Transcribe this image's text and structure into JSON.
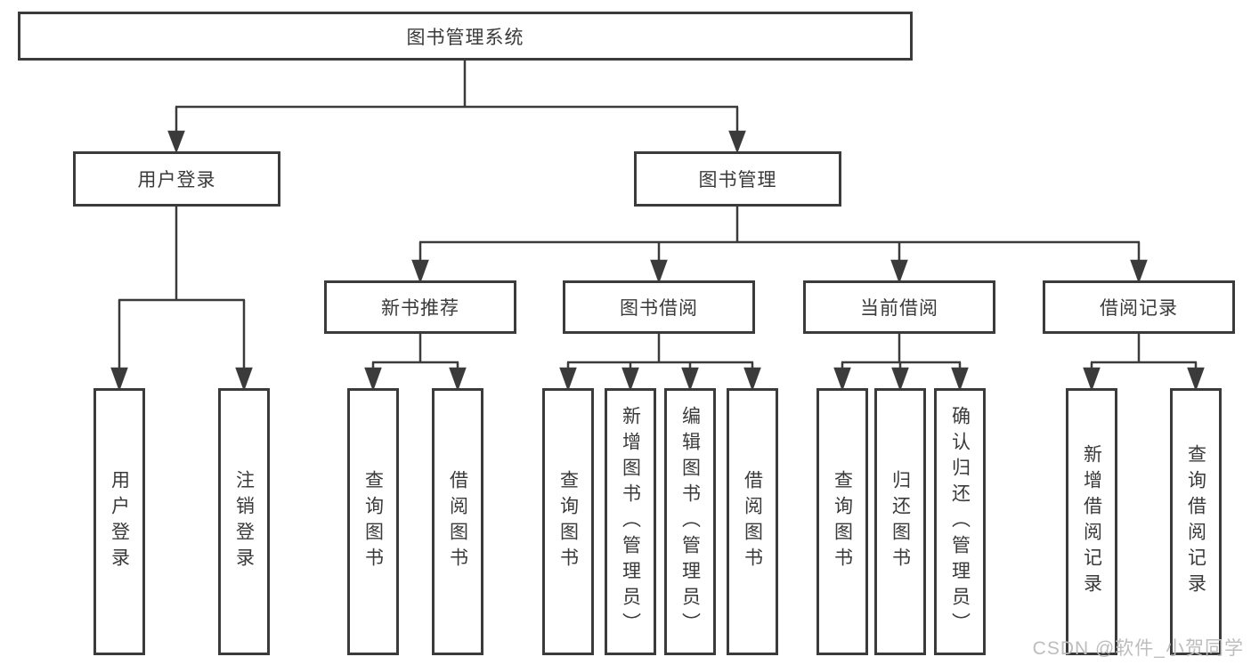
{
  "diagram": {
    "type": "hierarchy-tree",
    "watermark": "CSDN @软件_小贺同学",
    "colors": {
      "line": "#3b3b3b",
      "text": "#3a3a3a",
      "box_bg": "#ffffff",
      "watermark": "#bdbdbd"
    },
    "tree": {
      "root": {
        "label": "图书管理系统",
        "children": [
          {
            "label": "用户登录",
            "children": [
              {
                "label": "用户登录"
              },
              {
                "label": "注销登录"
              }
            ]
          },
          {
            "label": "图书管理",
            "children": [
              {
                "label": "新书推荐",
                "children": [
                  {
                    "label": "查询图书"
                  },
                  {
                    "label": "借阅图书"
                  }
                ]
              },
              {
                "label": "图书借阅",
                "children": [
                  {
                    "label": "查询图书"
                  },
                  {
                    "label": "新增图书（管理员）"
                  },
                  {
                    "label": "编辑图书（管理员）"
                  },
                  {
                    "label": "借阅图书"
                  }
                ]
              },
              {
                "label": "当前借阅",
                "children": [
                  {
                    "label": "查询图书"
                  },
                  {
                    "label": "归还图书"
                  },
                  {
                    "label": "确认归还（管理员）"
                  }
                ]
              },
              {
                "label": "借阅记录",
                "children": [
                  {
                    "label": "新增借阅记录"
                  },
                  {
                    "label": "查询借阅记录"
                  }
                ]
              }
            ]
          }
        ]
      }
    }
  }
}
